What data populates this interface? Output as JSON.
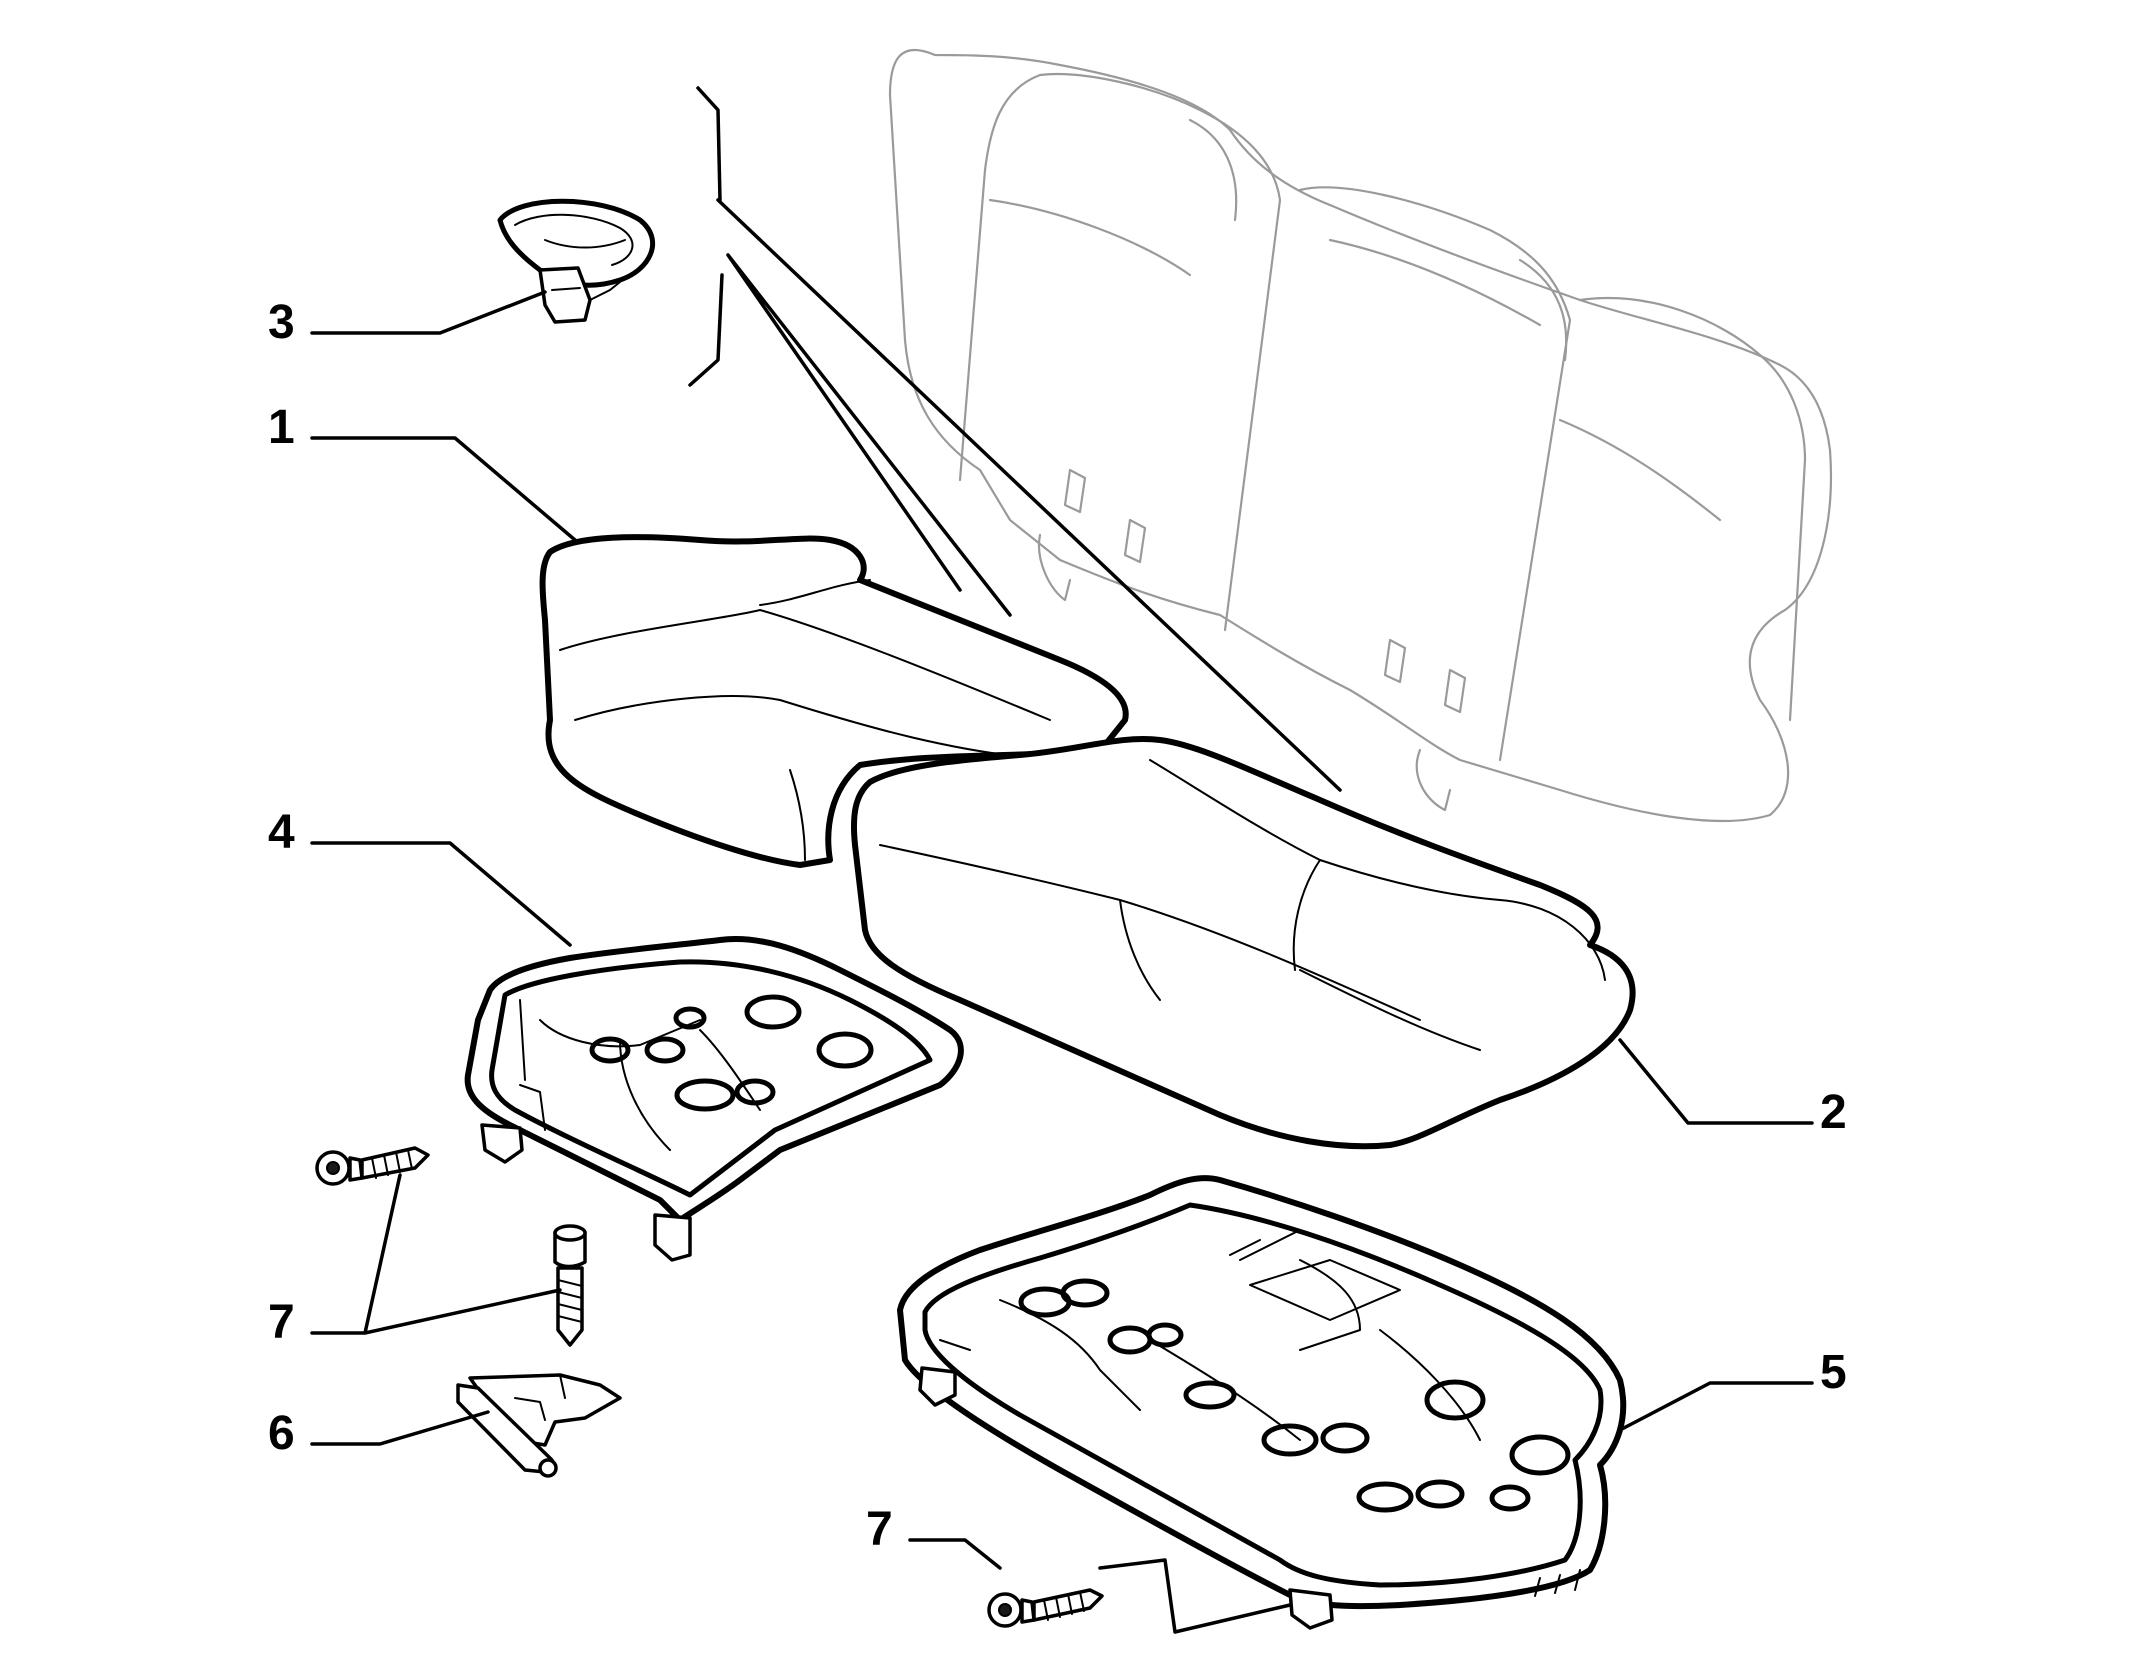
{
  "callouts": {
    "c1": "1",
    "c2": "2",
    "c3": "3",
    "c4": "4",
    "c5": "5",
    "c6": "6",
    "c7a": "7",
    "c7b": "7"
  },
  "colors": {
    "line": "#000000",
    "ghost": "#9a9a9a",
    "background": "#ffffff"
  }
}
